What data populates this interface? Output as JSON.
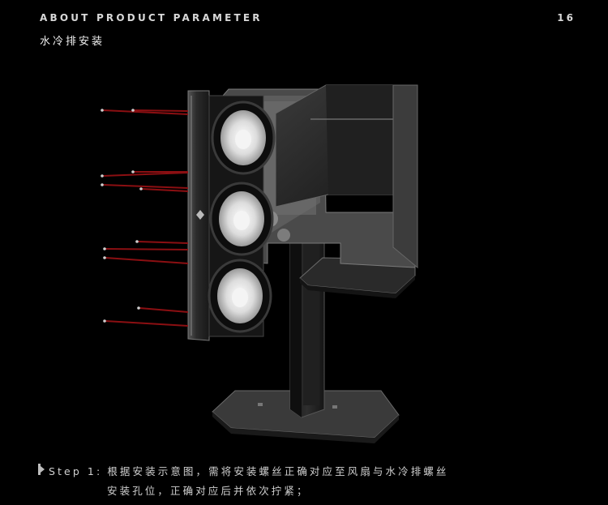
{
  "header": {
    "title": "ABOUT PRODUCT PARAMETER",
    "page_number": "16",
    "subtitle": "水冷排安装"
  },
  "illustration": {
    "subject": "radiator-mounting-on-case",
    "screw_color": "#8b0f12",
    "case_color": "#2a2a2a",
    "fan_color": "#e8e8e8"
  },
  "instructions": {
    "step_label": "Step 1:",
    "line1": "根据安装示意图，需将安装螺丝正确对应至风扇与水冷排螺丝",
    "line2": "安装孔位，正确对应后并依次拧紧；"
  }
}
